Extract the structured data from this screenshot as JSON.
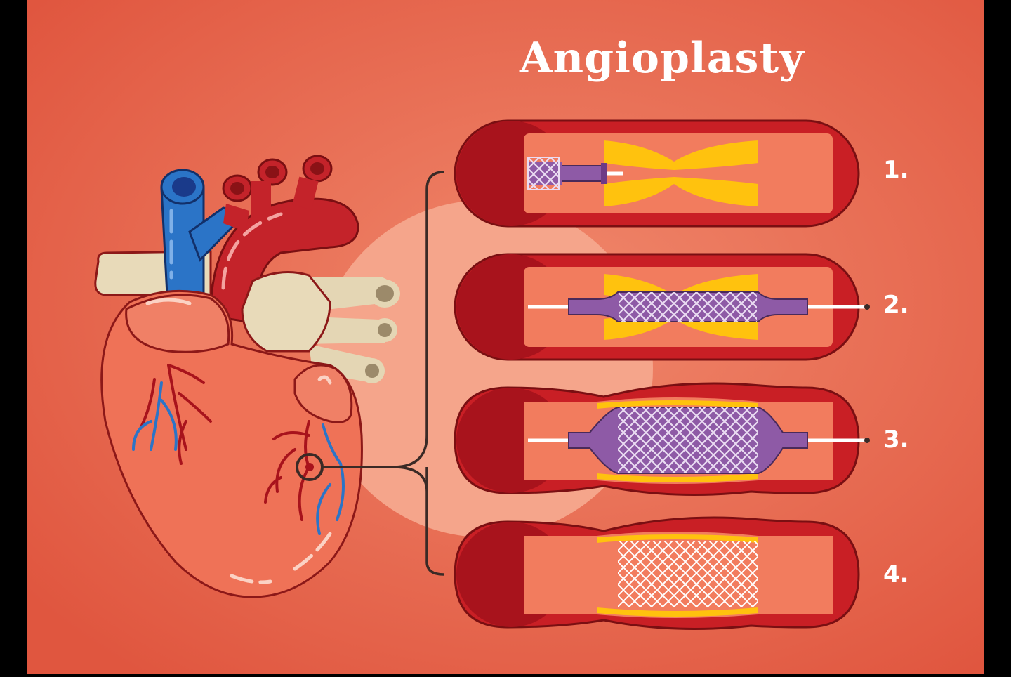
{
  "title": "Angioplasty",
  "steps": [
    {
      "label": "1."
    },
    {
      "label": "2."
    },
    {
      "label": "3."
    },
    {
      "label": "4."
    }
  ],
  "colors": {
    "background": "#e5614a",
    "background_glow": "#f0866a",
    "highlight_circle": "#f5a589",
    "vessel_wall": "#cf1f24",
    "vessel_lumen": "#f27c5e",
    "plaque": "#ffc20e",
    "balloon": "#8e5aa6",
    "stent": "#e6d8ee",
    "catheter": "#ffffff",
    "vein": "#2b74c7",
    "artery": "#c4232a",
    "fat_tissue": "#e6d8b6",
    "heart": "#ef7257",
    "bracket": "#3a2a26"
  }
}
